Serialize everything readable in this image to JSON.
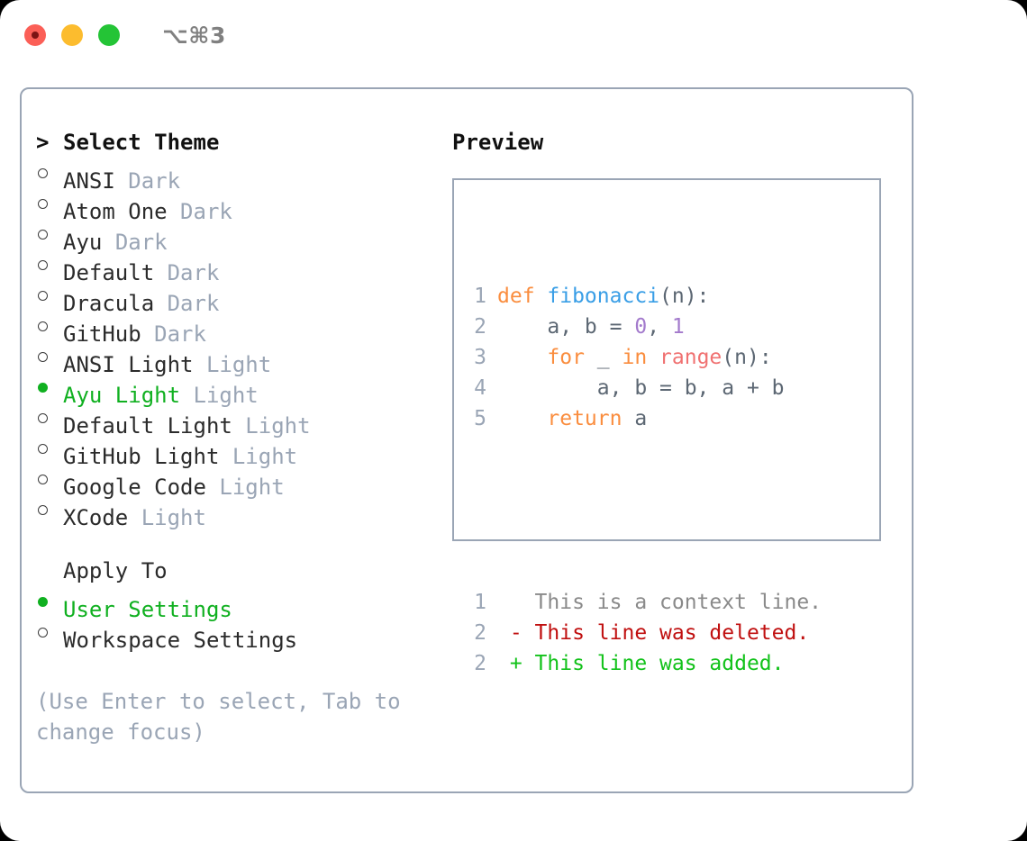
{
  "window": {
    "title": "⌥⌘3",
    "traffic_lights": [
      "close",
      "minimize",
      "maximize"
    ],
    "colors": {
      "close": "#fb5f57",
      "minimize": "#fcbc2e",
      "maximize": "#24c436",
      "accent_green": "#10b020",
      "muted": "#9aa5b5",
      "border": "#9aa5b5"
    }
  },
  "theme_list": {
    "header_prompt": ">",
    "header_label": "Select Theme",
    "items": [
      {
        "marker": "empty",
        "name": "ANSI",
        "tag": "Dark",
        "selected": false
      },
      {
        "marker": "empty",
        "name": "Atom One",
        "tag": "Dark",
        "selected": false
      },
      {
        "marker": "empty",
        "name": "Ayu",
        "tag": "Dark",
        "selected": false
      },
      {
        "marker": "empty",
        "name": "Default",
        "tag": "Dark",
        "selected": false
      },
      {
        "marker": "empty",
        "name": "Dracula",
        "tag": "Dark",
        "selected": false
      },
      {
        "marker": "empty",
        "name": "GitHub",
        "tag": "Dark",
        "selected": false
      },
      {
        "marker": "empty",
        "name": "ANSI Light",
        "tag": "Light",
        "selected": false
      },
      {
        "marker": "filled",
        "name": "Ayu Light",
        "tag": "Light",
        "selected": true
      },
      {
        "marker": "empty",
        "name": "Default Light",
        "tag": "Light",
        "selected": false
      },
      {
        "marker": "empty",
        "name": "GitHub Light",
        "tag": "Light",
        "selected": false
      },
      {
        "marker": "empty",
        "name": "Google Code",
        "tag": "Light",
        "selected": false
      },
      {
        "marker": "empty",
        "name": "XCode",
        "tag": "Light",
        "selected": false
      }
    ]
  },
  "apply_to": {
    "title": "Apply To",
    "options": [
      {
        "marker": "filled",
        "label": "User Settings",
        "selected": true
      },
      {
        "marker": "empty",
        "label": "Workspace Settings",
        "selected": false
      }
    ]
  },
  "hint": {
    "line1": "(Use Enter to select, Tab to",
    "line2": "change focus)"
  },
  "preview": {
    "title": "Preview",
    "code_lines": [
      {
        "number": "1",
        "tokens": [
          {
            "text": "def ",
            "type": "kw"
          },
          {
            "text": "fibonacci",
            "type": "fn"
          },
          {
            "text": "(n):",
            "type": "punct"
          }
        ]
      },
      {
        "number": "2",
        "tokens": [
          {
            "text": "    a, b = ",
            "type": "var"
          },
          {
            "text": "0",
            "type": "num"
          },
          {
            "text": ", ",
            "type": "var"
          },
          {
            "text": "1",
            "type": "num"
          }
        ]
      },
      {
        "number": "3",
        "tokens": [
          {
            "text": "    for ",
            "type": "kw"
          },
          {
            "text": "_ ",
            "type": "var"
          },
          {
            "text": "in ",
            "type": "kw"
          },
          {
            "text": "range",
            "type": "call"
          },
          {
            "text": "(n):",
            "type": "punct"
          }
        ]
      },
      {
        "number": "4",
        "tokens": [
          {
            "text": "        a, b = b, a + b",
            "type": "var"
          }
        ]
      },
      {
        "number": "5",
        "tokens": [
          {
            "text": "    return ",
            "type": "kw"
          },
          {
            "text": "a",
            "type": "var"
          }
        ]
      }
    ],
    "diff_lines": [
      {
        "number": "1",
        "sign": " ",
        "text": "This is a context line.",
        "kind": "ctx"
      },
      {
        "number": "2",
        "sign": "-",
        "text": "This line was deleted.",
        "kind": "del"
      },
      {
        "number": "2",
        "sign": "+",
        "text": "This line was added.",
        "kind": "add"
      }
    ]
  }
}
